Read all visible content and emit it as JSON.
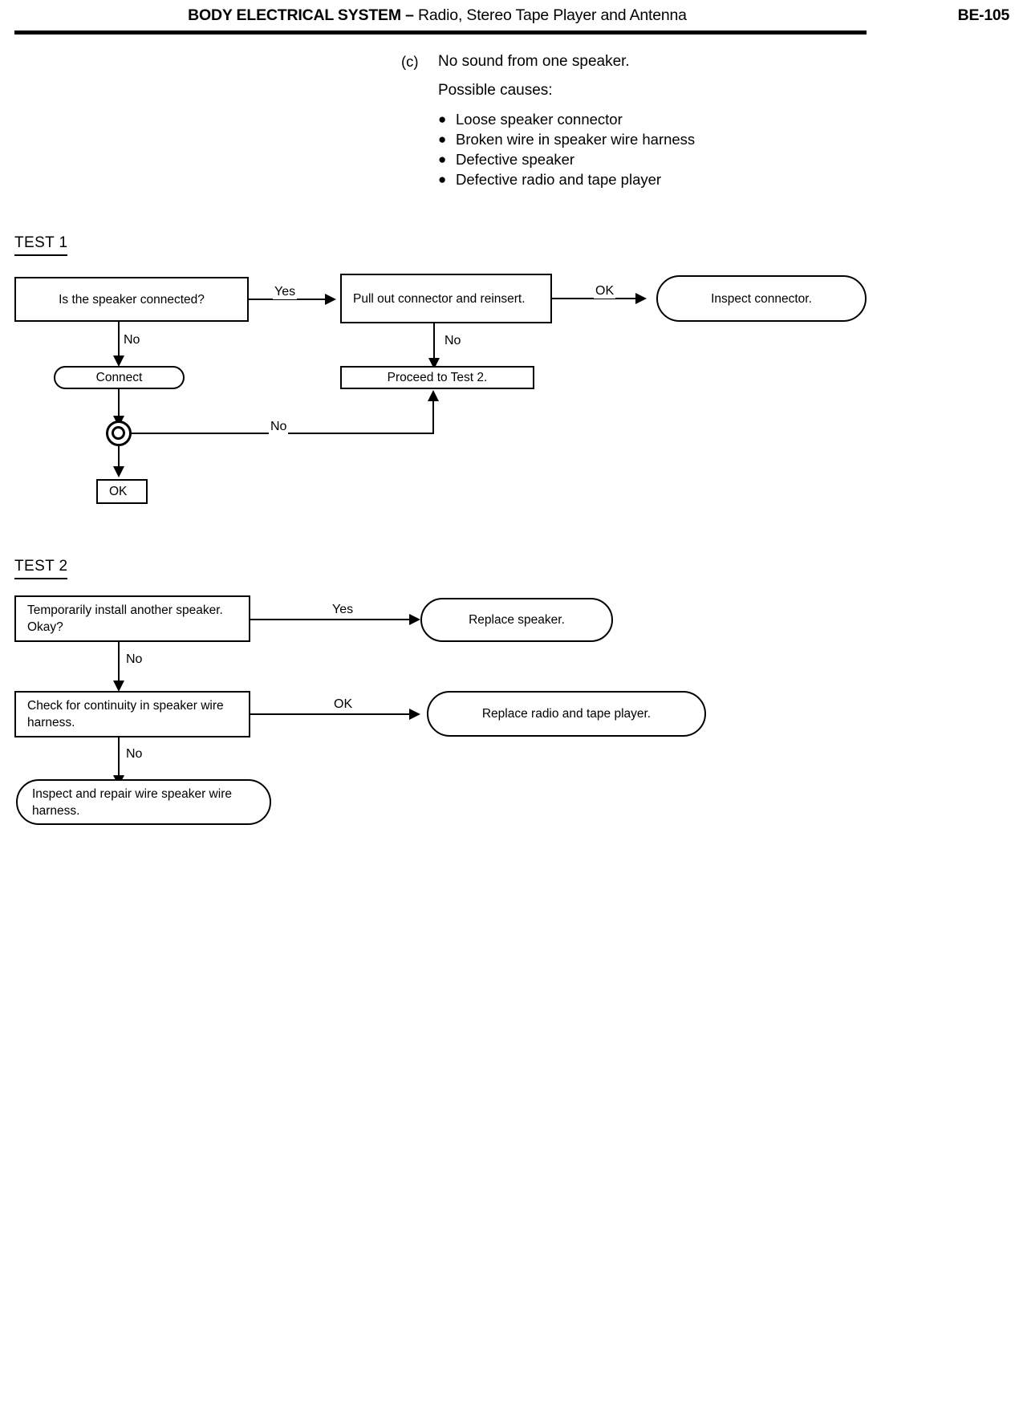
{
  "header": {
    "system": "BODY ELECTRICAL SYSTEM",
    "dash": " – ",
    "subject": "Radio, Stereo Tape Player and Antenna",
    "page_number": "BE-105"
  },
  "intro": {
    "item_label": "(c)",
    "item_title": "No sound from one speaker.",
    "causes_heading": "Possible causes:",
    "bullet_glyph": "●",
    "causes": [
      "Loose speaker connector",
      "Broken wire in speaker wire harness",
      "Defective speaker",
      "Defective radio and tape player"
    ]
  },
  "test1": {
    "title": "TEST 1",
    "nodes": {
      "q1": "Is the speaker connected?",
      "action1": "Pull out connector and reinsert.",
      "result1": "Inspect connector.",
      "connect": "Connect",
      "proceed": "Proceed to Test 2.",
      "ok": "OK"
    },
    "edges": {
      "yes": "Yes",
      "no_down_left": "No",
      "no_down_mid": "No",
      "ok": "OK",
      "no_back": "No"
    }
  },
  "test2": {
    "title": "TEST 2",
    "nodes": {
      "q1": "Temporarily install another speaker.  Okay?",
      "result1": "Replace speaker.",
      "q2": "Check for continuity in speaker wire harness.",
      "result2": "Replace radio and tape player.",
      "result3": "Inspect and repair wire speaker wire harness."
    },
    "edges": {
      "yes": "Yes",
      "no1": "No",
      "ok": "OK",
      "no2": "No"
    }
  },
  "colors": {
    "ink": "#000000",
    "paper": "#ffffff"
  }
}
